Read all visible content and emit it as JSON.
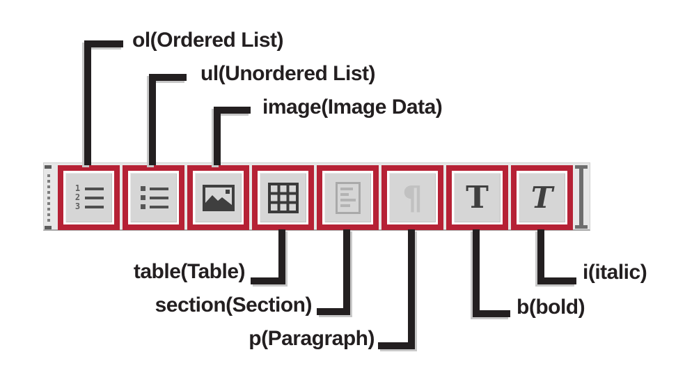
{
  "callouts": {
    "ol": {
      "label": "ol(Ordered List)"
    },
    "ul": {
      "label": "ul(Unordered List)"
    },
    "image": {
      "label": "image(Image Data)"
    },
    "table": {
      "label": "table(Table)"
    },
    "section": {
      "label": "section(Section)"
    },
    "p": {
      "label": "p(Paragraph)"
    },
    "b": {
      "label": "b(bold)"
    },
    "i": {
      "label": "i(italic)"
    }
  },
  "toolbar": {
    "buttons": [
      {
        "id": "ol",
        "icon": "ordered-list-icon",
        "enabled": true,
        "digits": [
          "1",
          "2",
          "3"
        ]
      },
      {
        "id": "ul",
        "icon": "unordered-list-icon",
        "enabled": true
      },
      {
        "id": "image",
        "icon": "image-icon",
        "enabled": true
      },
      {
        "id": "table",
        "icon": "table-icon",
        "enabled": true
      },
      {
        "id": "section",
        "icon": "section-icon",
        "enabled": false
      },
      {
        "id": "p",
        "icon": "paragraph-icon",
        "enabled": false,
        "glyph": "¶"
      },
      {
        "id": "b",
        "icon": "bold-icon",
        "enabled": true,
        "glyph": "T"
      },
      {
        "id": "i",
        "icon": "italic-icon",
        "enabled": true,
        "glyph": "T"
      }
    ]
  },
  "colors": {
    "accent_red": "#b62135",
    "line_black": "#231f20",
    "line_shadow": "#c8c8c8",
    "toolbar_bg": "#e7e7e7",
    "button_face": "#d6d6d6",
    "icon_dark": "#3f3f3f",
    "icon_disabled": "#b9b9b9"
  }
}
